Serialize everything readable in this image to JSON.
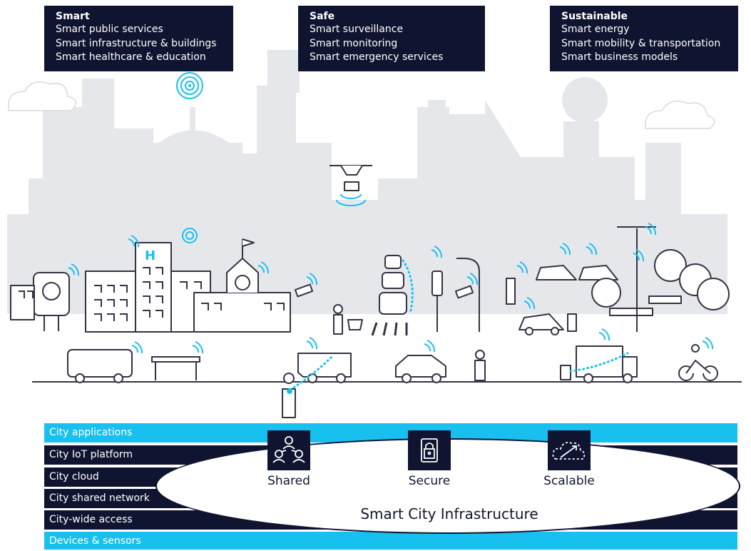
{
  "categories": [
    {
      "id": "smart",
      "title": "Smart",
      "items": [
        "Smart public services",
        "Smart infrastructure & buildings",
        "Smart healthcare & education"
      ]
    },
    {
      "id": "safe",
      "title": "Safe",
      "items": [
        "Smart surveillance",
        "Smart monitoring",
        "Smart emergency services"
      ]
    },
    {
      "id": "sustainable",
      "title": "Sustainable",
      "items": [
        "Smart energy",
        "Smart mobility & transportation",
        "Smart business models"
      ]
    }
  ],
  "layers": [
    {
      "label": "City applications",
      "color": "cyan"
    },
    {
      "label": "City IoT platform",
      "color": "navy"
    },
    {
      "label": "City cloud",
      "color": "navy"
    },
    {
      "label": "City shared network",
      "color": "navy"
    },
    {
      "label": "City-wide access",
      "color": "navy"
    },
    {
      "label": "Devices & sensors",
      "color": "cyan"
    }
  ],
  "pillars": [
    {
      "label": "Shared",
      "icon": "people-network-icon"
    },
    {
      "label": "Secure",
      "icon": "padlock-icon"
    },
    {
      "label": "Scalable",
      "icon": "cloud-growth-icon"
    }
  ],
  "infrastructure_title": "Smart City Infrastructure",
  "hospital_letter": "H",
  "colors": {
    "navy": "#0f1530",
    "cyan": "#18c0f0",
    "skyline": "#e6e7eb",
    "line": "#333344"
  }
}
